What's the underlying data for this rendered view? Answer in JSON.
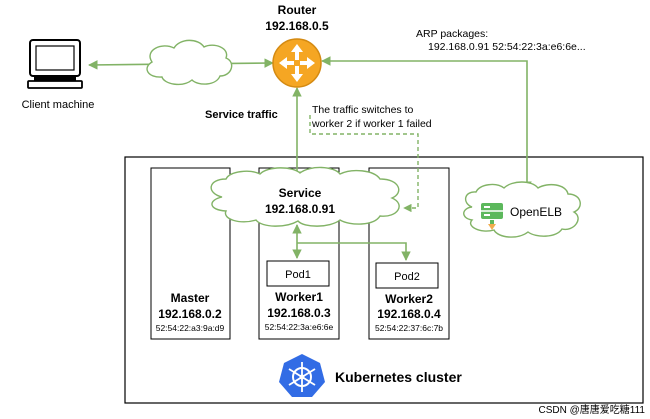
{
  "router": {
    "title": "Router",
    "ip": "192.168.0.5"
  },
  "client": {
    "label": "Client machine"
  },
  "arp": {
    "line1": "ARP packages:",
    "line2": "192.168.0.91  52:54:22:3a:e6:6e..."
  },
  "service_traffic": {
    "label": "Service traffic"
  },
  "failover_note": {
    "line1": "The traffic switches to",
    "line2": "worker 2 if worker 1 failed"
  },
  "service": {
    "title": "Service",
    "ip": "192.168.0.91"
  },
  "openelb": {
    "label": "OpenELB"
  },
  "master": {
    "title": "Master",
    "ip": "192.168.0.2",
    "mac": "52:54:22:a3:9a:d9"
  },
  "worker1": {
    "title": "Worker1",
    "ip": "192.168.0.3",
    "mac": "52:54:22:3a:e6:6e",
    "pod": "Pod1"
  },
  "worker2": {
    "title": "Worker2",
    "ip": "192.168.0.4",
    "mac": "52:54:22:37:6c:7b",
    "pod": "Pod2"
  },
  "cluster": {
    "label": "Kubernetes cluster"
  },
  "watermark": "CSDN @唐唐爱吃糖111",
  "colors": {
    "line": "#82b366",
    "router_fill": "#f5a623",
    "k8s_blue": "#326ce5",
    "openelb_green": "#5cb85c"
  }
}
